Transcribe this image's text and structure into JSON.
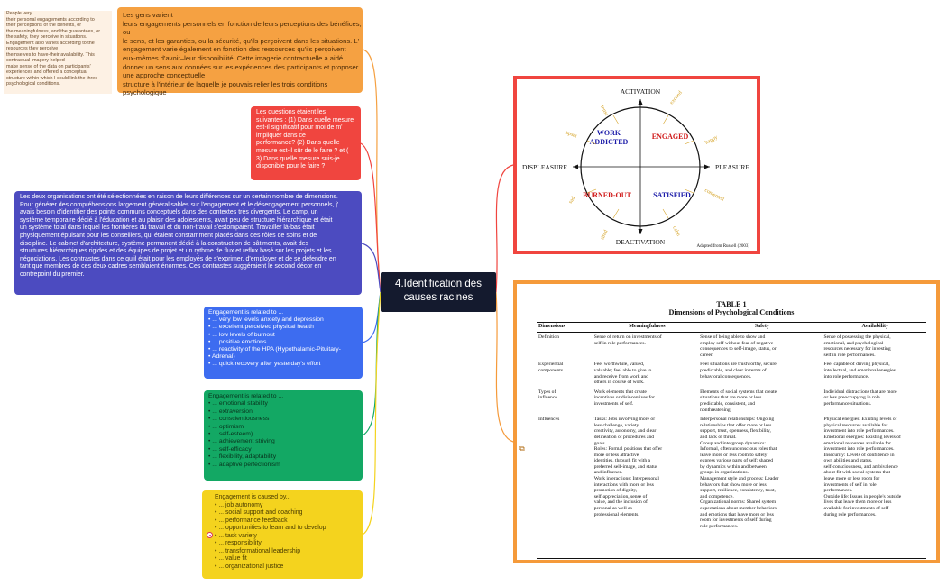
{
  "central": {
    "label_line1": "4.Identification des",
    "label_line2": "causes racines"
  },
  "small_note": {
    "lines": [
      "People very",
      "their personal engagements according to",
      "their perceptions of the benefits, or",
      "the meaningfulness, and the guarantees, or",
      "the safety, they perceive in situations.",
      "Engagement also varies according to the",
      "resources they perceive",
      "themselves to have-their availability. This",
      "contractual imagery helped",
      "make sense of the data on participants'",
      "experiences and offered a conceptual",
      "structure within which I could link the three",
      "psychological conditions."
    ]
  },
  "nodes": {
    "orange": {
      "lines": [
        "Les gens varient",
        "leurs engagements personnels en fonction de leurs perceptions des bénéfices,",
        "ou",
        "le sens, et les garanties, ou la sécurité, qu'ils perçoivent dans les situations. L'",
        "engagement varie également en fonction des ressources qu'ils perçoivent",
        "eux-mêmes d'avoir–leur disponibilité. Cette imagerie contractuelle a aidé",
        "donner un sens aux données sur les expériences des participants et proposer",
        "une approche conceptuelle",
        "structure à l'intérieur de laquelle je pouvais relier les trois conditions",
        "psychologique"
      ]
    },
    "red": {
      "lines": [
        "Les questions étaient les",
        "suivantes : (1) Dans quelle mesure",
        "est-il significatif pour moi de m'",
        "impliquer dans ce",
        "performance? (2) Dans quelle",
        "mesure est-il sûr de le faire ? et (",
        "3) Dans quelle mesure suis-je",
        "disponible pour le faire ?"
      ]
    },
    "indigo": {
      "lines": [
        "Les deux organisations ont été sélectionnées en raison de leurs différences sur un certain nombre de dimensions.",
        "Pour générer des compréhensions largement généralisables sur l'engagement et le désengagement personnels, j'",
        "avais besoin d'identifier des points communs conceptuels dans des contextes très divergents. Le camp, un",
        "système temporaire dédié à l'éducation et au plaisir des adolescents, avait peu de structure hiérarchique et était",
        "un système total dans lequel les frontières du travail et du non-travail s'estompaient. Travailler là-bas était",
        "physiquement épuisant pour les conseillers, qui étaient constamment placés dans des rôles de soins et de",
        "discipline. Le cabinet d'architecture, système permanent dédié à la construction de bâtiments, avait des",
        "structures hiérarchiques rigides et des équipes de projet et un rythme de flux et reflux basé sur les projets et les",
        "négociations. Les contrastes dans ce qu'il était pour les employés de s'exprimer, d'employer et de se défendre en",
        "tant que membres de ces deux cadres semblaient énormes. Ces contrastes suggéraient le second décor en",
        "contrepoint du premier."
      ]
    },
    "blue": {
      "title": "Engagement is related to ...",
      "items": [
        "... very low levels anxiety and depression",
        "... excellent perceived physical health",
        "... low levels of burnout",
        "... positive emotions",
        "... reactivity of the HPA (Hypothalamic-Pituitary-",
        "Adrenal)",
        "... quick recovery after yesterday's effort"
      ]
    },
    "green": {
      "title": "Engagement is related to ...",
      "items": [
        "... emotional stability",
        "... extraversion",
        "... conscientiousness",
        "... optimism",
        "... self-esteem)",
        "... achievement striving",
        "... self-efficacy",
        "... flexibility, adaptability",
        "... adaptive perfectionism"
      ]
    },
    "yellow": {
      "title": "Engagement is caused by...",
      "items": [
        "... job autonomy",
        "... social support and coaching",
        "... performance feedback",
        "... opportunities to learn and to develop",
        "... task variety",
        "... responsibility",
        "... transformational leadership",
        "... value fit",
        "... organizational justice"
      ]
    }
  },
  "circumplex": {
    "axis_top": "ACTIVATION",
    "axis_bottom": "DEACTIVATION",
    "axis_left": "DISPLEASURE",
    "axis_right": "PLEASURE",
    "q_work": "WORK",
    "q_addicted": "ADDICTED",
    "q_engaged": "ENGAGED",
    "q_burnout": "BURNED-OUT",
    "q_satisfied": "SATISFIED",
    "affects": {
      "tense": "tense",
      "excited": "excited",
      "upset": "upset",
      "happy": "happy",
      "sad": "sad",
      "contented": "contented",
      "tired": "tired",
      "calm": "calm"
    },
    "credit": "Adapted from Russell (2003)",
    "colors": {
      "work_addicted": "#1a1aa8",
      "engaged": "#d01a1a",
      "burned_out": "#d01a1a",
      "satisfied": "#1a1aa8",
      "affect": "#d4a020"
    }
  },
  "table": {
    "number": "TABLE 1",
    "title": "Dimensions of Psychological Conditions",
    "headers": [
      "Dimensions",
      "Meaningfulness",
      "Safety",
      "Availability"
    ],
    "rows": [
      {
        "dim": [
          "Definition"
        ],
        "m": [
          "Sense of return on investments of",
          "self in role performances."
        ],
        "s": [
          "Sense of being able to show and",
          "employ self without fear of negative",
          "consequences to self-image, status, or",
          "career."
        ],
        "a": [
          "Sense of possessing the physical,",
          "emotional, and psychological",
          "resources necessary for investing",
          "self in role performances."
        ]
      },
      {
        "dim": [
          "Experiential",
          "components"
        ],
        "m": [
          "Feel worthwhile, valued,",
          "valuable; feel able to give to",
          "and receive from work and",
          "others in course of work."
        ],
        "s": [
          "Feel situations are trustworthy, secure,",
          "predictable, and clear in terms of",
          "behavioral consequences."
        ],
        "a": [
          "Feel capable of driving physical,",
          "intellectual, and emotional energies",
          "into role performance."
        ]
      },
      {
        "dim": [
          "Types of",
          "influence"
        ],
        "m": [
          "Work elements that create",
          "incentives or disincentives for",
          "investments of self."
        ],
        "s": [
          "Elements of social systems that create",
          "situations that are more or less",
          "predictable, consistent, and",
          "nonthreatening."
        ],
        "a": [
          "Individual distractions that are more",
          "or less preoccupying in role",
          "performance situations."
        ]
      },
      {
        "dim": [
          "Influences"
        ],
        "m": [
          "Tasks: Jobs involving more or",
          "less challenge, variety,",
          "creativity, autonomy, and clear",
          "delineation of procedures and",
          "goals.",
          "Roles: Formal positions that offer",
          "more or less attractive",
          "identities, through fit with a",
          "preferred self-image, and status",
          "and influence.",
          "Work interactions: Interpersonal",
          "interactions with more or less",
          "promotion of dignity,",
          "self-appreciation, sense of",
          "value, and the inclusion of",
          "personal as well as",
          "professional elements."
        ],
        "s": [
          "Interpersonal relationships: Ongoing",
          "relationships that offer more or less",
          "support, trust, openness, flexibility,",
          "and lack of threat.",
          "Group and intergroup dynamics:",
          "Informal, often unconscious roles that",
          "leave more or less room to safely",
          "express various parts of self; shaped",
          "by dynamics within and between",
          "groups in organizations.",
          "Management style and process: Leader",
          "behaviors that show more or less",
          "support, resilience, consistency, trust,",
          "and competence.",
          "Organizational norms: Shared system",
          "expectations about member behaviors",
          "and emotions that leave more or less",
          "room for investments of self during",
          "role performances."
        ],
        "a": [
          "Physical energies: Existing levels of",
          "physical resources available for",
          "investment into role performances.",
          "Emotional energies: Existing levels of",
          "emotional resources available for",
          "investment into role performances.",
          "Insecurity: Levels of confidence in",
          "own abilities and status,",
          "self-consciousness, and ambivalence",
          "about fit with social systems that",
          "leave more or less room for",
          "investments of self in role",
          "performances.",
          "Outside life: Issues in people's outside",
          "lives that leave them more or less",
          "available for investments of self",
          "during role performances."
        ]
      }
    ]
  },
  "link_icon": "⧉",
  "colors": {
    "orange": "#f5a142",
    "red": "#f0453f",
    "indigo": "#4c4bc0",
    "blue": "#3d6cf0",
    "green": "#13a864",
    "yellow": "#f4d31e",
    "central": "#141a2e"
  }
}
